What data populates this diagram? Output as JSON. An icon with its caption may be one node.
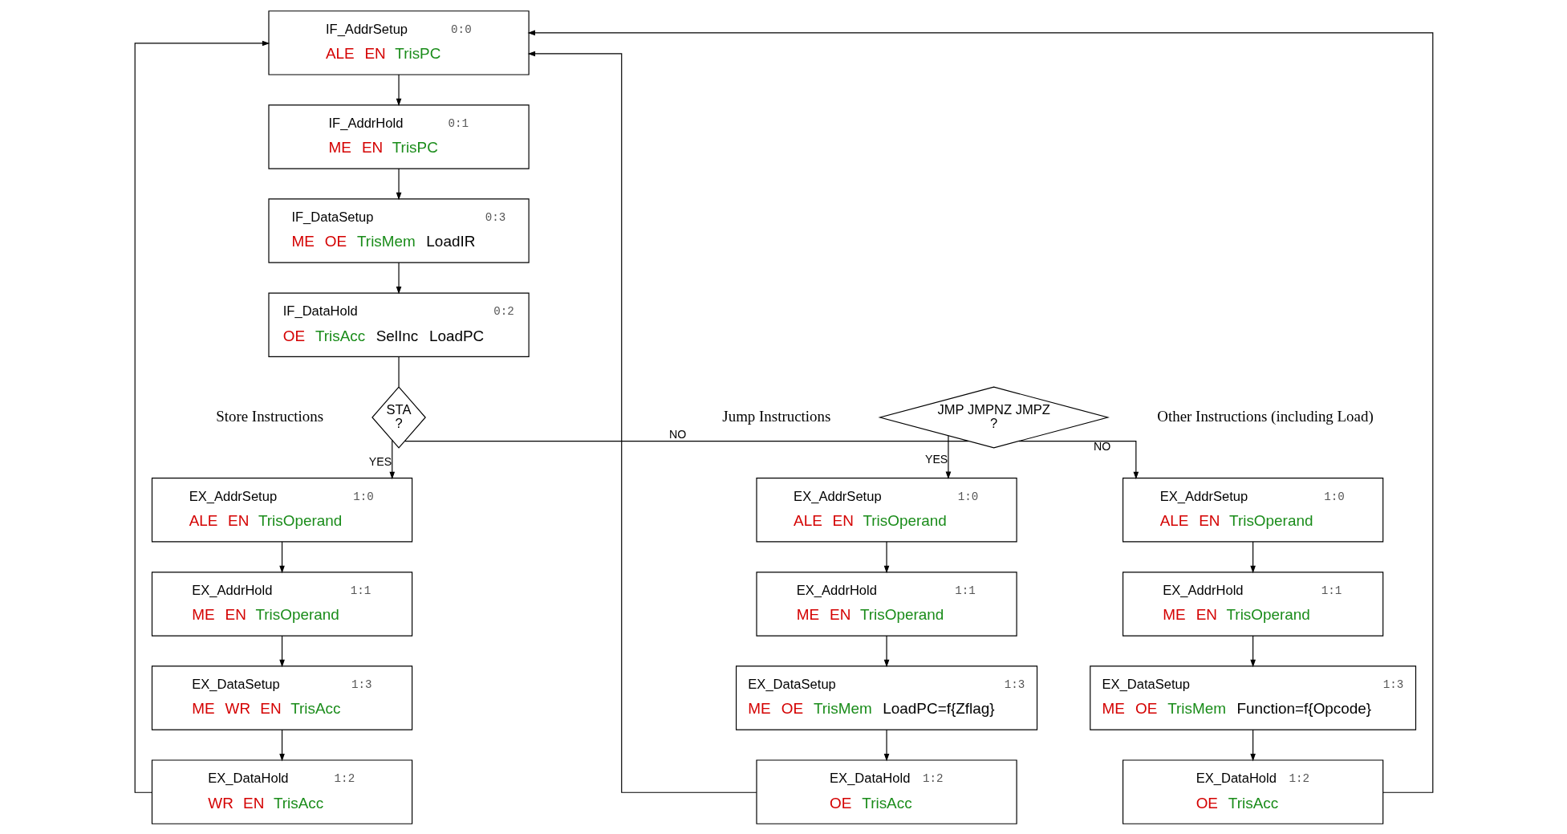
{
  "diagram": {
    "nodes": [
      {
        "text": [
          "IF_AddrSetup",
          "0:0",
          "ALE",
          "EN",
          "TrisPC"
        ]
      },
      {
        "text": [
          "IF_AddrHold",
          "0:1",
          "ME",
          "EN",
          "TrisPC"
        ]
      },
      {
        "text": [
          "IF_DataSetup",
          "0:3",
          "ME",
          "OE",
          "TrisMem",
          "LoadIR"
        ]
      },
      {
        "text": [
          "IF_DataHold",
          "0:2",
          "OE",
          "TrisAcc",
          "SelInc",
          "LoadPC"
        ]
      },
      {
        "text": [
          "STA",
          "?"
        ]
      },
      {
        "text": [
          "JMP JMPNZ JMPZ",
          "?"
        ]
      },
      {
        "text": [
          "EX_AddrSetup",
          "1:0",
          "ALE",
          "EN",
          "TrisOperand"
        ]
      },
      {
        "text": [
          "EX_AddrHold",
          "1:1",
          "ME",
          "EN",
          "TrisOperand"
        ]
      },
      {
        "text": [
          "EX_DataSetup",
          "1:3",
          "ME",
          "WR",
          "EN",
          "TrisAcc"
        ]
      },
      {
        "text": [
          "EX_DataHold",
          "1:2",
          "WR",
          "EN",
          "TrisAcc"
        ]
      },
      {
        "text": [
          "EX_AddrSetup",
          "1:0",
          "ALE",
          "EN",
          "TrisOperand"
        ]
      },
      {
        "text": [
          "EX_AddrHold",
          "1:1",
          "ME",
          "EN",
          "TrisOperand"
        ]
      },
      {
        "text": [
          "EX_DataSetup",
          "1:3",
          "ME",
          "OE",
          "TrisMem",
          "LoadPC=f{Zflag}"
        ]
      },
      {
        "text": [
          "EX_DataHold",
          "1:2",
          "OE",
          "TrisAcc"
        ]
      },
      {
        "text": [
          "EX_AddrSetup",
          "1:0",
          "ALE",
          "EN",
          "TrisOperand"
        ]
      },
      {
        "text": [
          "EX_AddrHold",
          "1:1",
          "ME",
          "EN",
          "TrisOperand"
        ]
      },
      {
        "text": [
          "EX_DataSetup",
          "1:3",
          "ME",
          "OE",
          "TrisMem",
          "Function=f{Opcode}"
        ]
      },
      {
        "text": [
          "EX_DataHold",
          "1:2",
          "OE",
          "TrisAcc"
        ]
      }
    ],
    "edges": [
      {
        "from": 0,
        "to": 1,
        "arrow": "to"
      },
      {
        "from": 1,
        "to": 2,
        "arrow": "to"
      },
      {
        "from": 2,
        "to": 3,
        "arrow": "to"
      },
      {
        "from": 3,
        "to": 4,
        "arrow": "none"
      },
      {
        "from": 4,
        "to": 6,
        "arrow": "to",
        "label": "YES"
      },
      {
        "from": 4,
        "to": 5,
        "arrow": "none",
        "label": "NO"
      },
      {
        "from": 5,
        "to": 10,
        "arrow": "to",
        "label": "YES"
      },
      {
        "from": 5,
        "to": 14,
        "arrow": "to",
        "label": "NO"
      },
      {
        "from": 6,
        "to": 7,
        "arrow": "to"
      },
      {
        "from": 7,
        "to": 8,
        "arrow": "to"
      },
      {
        "from": 8,
        "to": 9,
        "arrow": "to"
      },
      {
        "from": 10,
        "to": 11,
        "arrow": "to"
      },
      {
        "from": 11,
        "to": 12,
        "arrow": "to"
      },
      {
        "from": 12,
        "to": 13,
        "arrow": "to"
      },
      {
        "from": 14,
        "to": 15,
        "arrow": "to"
      },
      {
        "from": 15,
        "to": 16,
        "arrow": "to"
      },
      {
        "from": 16,
        "to": 17,
        "arrow": "to"
      },
      {
        "from": 9,
        "to": 0,
        "arrow": "to"
      },
      {
        "from": 13,
        "to": 0,
        "arrow": "to"
      },
      {
        "from": 17,
        "to": 0,
        "arrow": "to"
      }
    ],
    "labels": [
      "Store Instructions",
      "Jump Instructions",
      "Other Instructions (including Load)"
    ]
  }
}
